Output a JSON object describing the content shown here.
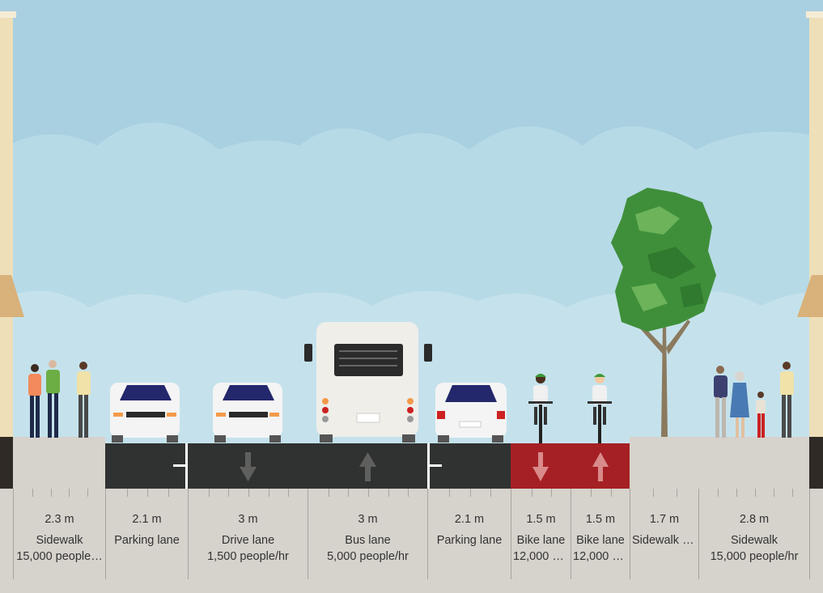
{
  "colors": {
    "sky": "#a9d0e0",
    "cloud": "#b7dae7",
    "asphalt": "#2f3231",
    "bike_lane": "#a52024",
    "sidewalk": "#d6d2cc",
    "lane_arrow": "#5f605e",
    "bike_arrow": "#d98a8a",
    "tree_leaves": "#3f8f3a",
    "building": "#eedfb9"
  },
  "segments": [
    {
      "width": "2.3 m",
      "name": "Sidewalk",
      "capacity": "15,000 people…"
    },
    {
      "width": "2.1 m",
      "name": "Parking lane",
      "capacity": ""
    },
    {
      "width": "3 m",
      "name": "Drive lane",
      "capacity": "1,500 people/hr"
    },
    {
      "width": "3 m",
      "name": "Bus lane",
      "capacity": "5,000 people/hr"
    },
    {
      "width": "2.1 m",
      "name": "Parking lane",
      "capacity": ""
    },
    {
      "width": "1.5 m",
      "name": "Bike lane",
      "capacity": "12,000 p…"
    },
    {
      "width": "1.5 m",
      "name": "Bike lane",
      "capacity": "12,000 p…"
    },
    {
      "width": "1.7 m",
      "name": "Sidewalk t…",
      "capacity": ""
    },
    {
      "width": "2.8 m",
      "name": "Sidewalk",
      "capacity": "15,000 people/hr"
    }
  ]
}
